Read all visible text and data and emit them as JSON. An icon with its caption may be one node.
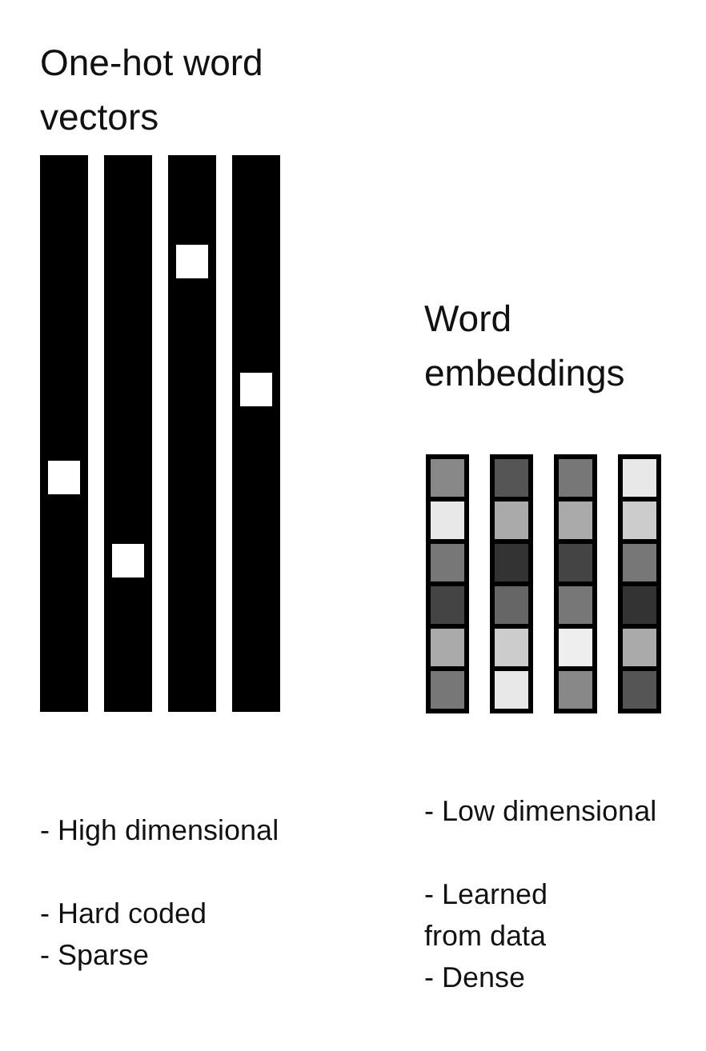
{
  "diagram": {
    "labels": [
      "One-hot word vectors",
      "Word embeddings",
      "- High dimensional",
      "- Hard coded",
      "- Sparse",
      "- Low dimensional",
      "- Learned from data",
      "- Dense"
    ]
  }
}
